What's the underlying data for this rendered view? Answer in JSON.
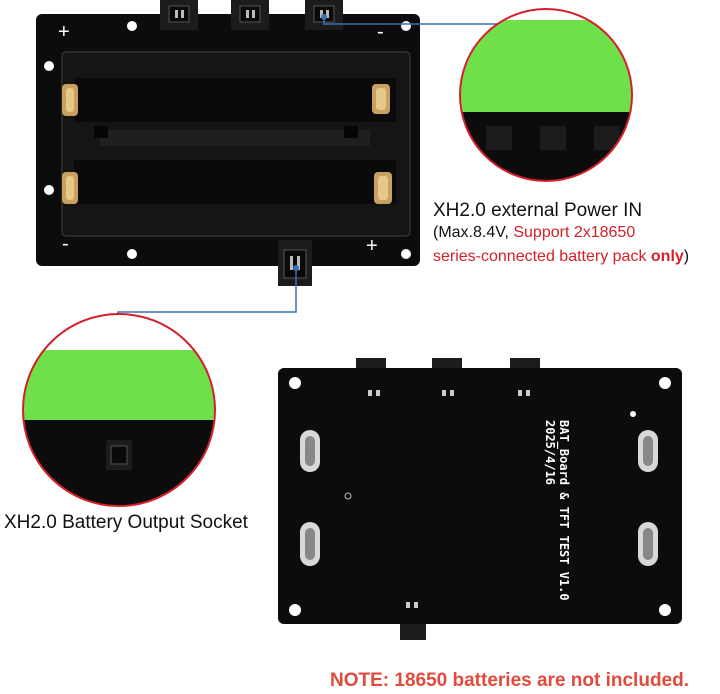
{
  "annotations": {
    "power_in_title": "XH2.0 external Power IN",
    "power_in_detail_prefix": "(Max.8.4V, ",
    "power_in_detail_highlight": "Support 2x18650",
    "power_in_detail_line2": "series-connected battery pack ",
    "power_in_detail_only": "only",
    "power_in_detail_close": ")",
    "battery_output": "XH2.0 Battery Output Socket",
    "note": "NOTE: 18650 batteries are not included."
  },
  "pcb_back_silkscreen": {
    "line1": "BAT_Board & TFT TEST  V1.0",
    "line2": "2025/4/16"
  },
  "polarity_marks": {
    "plus": "+",
    "minus": "-"
  },
  "colors": {
    "board": "#0c0c0c",
    "cell_green": "#6fe04a",
    "connector": "#1a1a1a",
    "callout_line": "#3b6fb5",
    "note_red": "#e24a3c",
    "highlight_red": "#d4202a",
    "contact_gold": "#c8a060"
  }
}
